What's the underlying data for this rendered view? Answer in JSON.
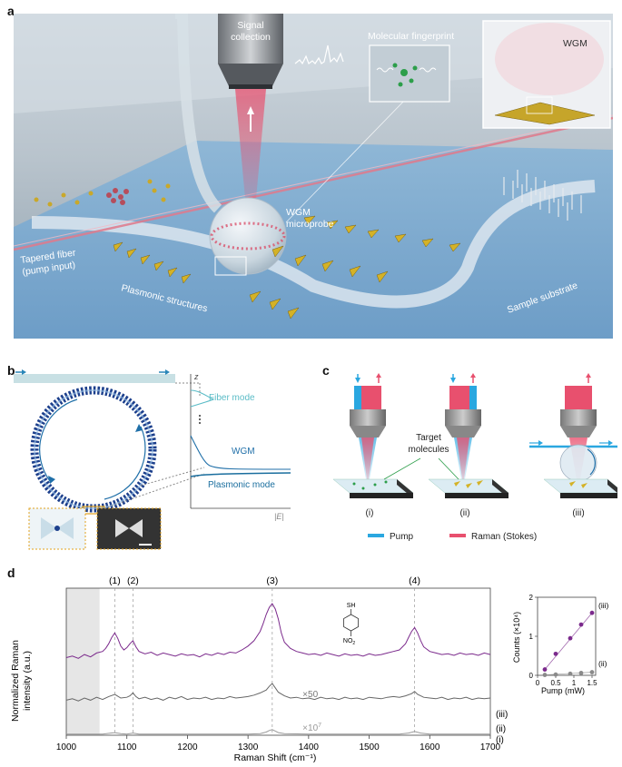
{
  "panels": {
    "a": {
      "letter": "a",
      "labels": {
        "signal_collection_line1": "Signal",
        "signal_collection_line2": "collection",
        "molecular_fingerprint": "Molecular fingerprint",
        "wgm_inset": "WGM",
        "wgm_microprobe_line1": "WGM",
        "wgm_microprobe_line2": "microprobe",
        "tapered_fiber_line1": "Tapered fiber",
        "tapered_fiber_line2": "(pump input)",
        "plasmonic_structures": "Plasmonic structures",
        "sample_substrate": "Sample substrate"
      }
    },
    "b": {
      "letter": "b",
      "axis_z": "z",
      "axis_E": "|E|",
      "fiber_mode": "Fiber mode",
      "wgm": "WGM",
      "plasmonic_mode": "Plasmonic mode",
      "colors": {
        "fiber": "#5bbcc7",
        "wgm": "#1f6fa8",
        "plasmonic": "#1a6e9e"
      }
    },
    "c": {
      "letter": "c",
      "target_molecules_line1": "Target",
      "target_molecules_line2": "molecules",
      "labels": [
        "(i)",
        "(ii)",
        "(iii)"
      ],
      "legend": [
        {
          "name": "Pump",
          "color": "#2aa7e0"
        },
        {
          "name": "Raman (Stokes)",
          "color": "#e8506e"
        }
      ]
    },
    "d": {
      "letter": "d",
      "peak_labels": [
        "(1)",
        "(2)",
        "(3)",
        "(4)"
      ],
      "trace_labels": [
        "(iii)",
        "(ii)",
        "(i)"
      ],
      "scale_labels": {
        "ii": "×50",
        "i_base": "×10",
        "i_exp": "7"
      },
      "molecule": {
        "top": "SH",
        "bottom_main": "NO",
        "bottom_sub": "2"
      },
      "inset_trace_labels": [
        "(iii)",
        "(ii)"
      ]
    }
  },
  "chart_data": [
    {
      "type": "line",
      "xlabel": "Raman Shift (cm⁻¹)",
      "ylabel_line1": "Normalized Raman",
      "ylabel_line2": "intensity (a.u.)",
      "xlim": [
        1000,
        1700
      ],
      "x_ticks": [
        "1000",
        "1100",
        "1200",
        "1300",
        "1400",
        "1500",
        "1600",
        "1700"
      ],
      "shaded_region": [
        1000,
        1055
      ],
      "peak_positions": [
        1080,
        1110,
        1340,
        1575
      ],
      "series": [
        {
          "name": "(iii)",
          "color": "#7b2a8c",
          "x": [
            1000,
            1010,
            1020,
            1030,
            1040,
            1050,
            1060,
            1065,
            1070,
            1075,
            1080,
            1085,
            1090,
            1095,
            1100,
            1105,
            1110,
            1115,
            1120,
            1130,
            1140,
            1150,
            1160,
            1170,
            1180,
            1190,
            1200,
            1210,
            1220,
            1230,
            1240,
            1250,
            1260,
            1270,
            1280,
            1290,
            1300,
            1310,
            1320,
            1325,
            1330,
            1335,
            1340,
            1345,
            1350,
            1355,
            1360,
            1370,
            1380,
            1390,
            1400,
            1410,
            1420,
            1430,
            1440,
            1450,
            1460,
            1470,
            1480,
            1490,
            1500,
            1510,
            1520,
            1530,
            1540,
            1550,
            1560,
            1565,
            1570,
            1575,
            1580,
            1585,
            1590,
            1600,
            1610,
            1620,
            1630,
            1640,
            1650,
            1660,
            1670,
            1680,
            1690,
            1700
          ],
          "y": [
            0.3,
            0.32,
            0.29,
            0.34,
            0.31,
            0.36,
            0.38,
            0.42,
            0.48,
            0.56,
            0.62,
            0.55,
            0.45,
            0.4,
            0.43,
            0.48,
            0.52,
            0.44,
            0.38,
            0.35,
            0.37,
            0.33,
            0.36,
            0.34,
            0.32,
            0.35,
            0.33,
            0.34,
            0.31,
            0.35,
            0.33,
            0.36,
            0.34,
            0.37,
            0.36,
            0.4,
            0.45,
            0.52,
            0.64,
            0.74,
            0.86,
            0.95,
            1.0,
            0.93,
            0.8,
            0.62,
            0.5,
            0.42,
            0.38,
            0.36,
            0.34,
            0.35,
            0.33,
            0.36,
            0.34,
            0.32,
            0.35,
            0.33,
            0.34,
            0.32,
            0.35,
            0.33,
            0.34,
            0.36,
            0.38,
            0.4,
            0.48,
            0.56,
            0.64,
            0.69,
            0.62,
            0.52,
            0.44,
            0.38,
            0.36,
            0.34,
            0.35,
            0.33,
            0.36,
            0.34,
            0.35,
            0.33,
            0.36,
            0.34
          ]
        },
        {
          "name": "(ii)",
          "color": "#666666",
          "x": [
            1000,
            1010,
            1020,
            1030,
            1040,
            1050,
            1060,
            1070,
            1080,
            1090,
            1100,
            1105,
            1110,
            1115,
            1120,
            1130,
            1140,
            1150,
            1160,
            1170,
            1180,
            1190,
            1200,
            1210,
            1220,
            1230,
            1240,
            1250,
            1260,
            1270,
            1280,
            1290,
            1300,
            1310,
            1320,
            1330,
            1335,
            1340,
            1345,
            1350,
            1360,
            1370,
            1380,
            1390,
            1400,
            1410,
            1420,
            1430,
            1440,
            1450,
            1460,
            1470,
            1480,
            1490,
            1500,
            1510,
            1520,
            1530,
            1540,
            1550,
            1560,
            1570,
            1575,
            1580,
            1590,
            1600,
            1610,
            1620,
            1630,
            1640,
            1650,
            1660,
            1670,
            1680,
            1690,
            1700
          ],
          "y": [
            0.17,
            0.19,
            0.16,
            0.2,
            0.17,
            0.21,
            0.18,
            0.22,
            0.25,
            0.2,
            0.21,
            0.23,
            0.27,
            0.22,
            0.19,
            0.21,
            0.18,
            0.2,
            0.17,
            0.21,
            0.19,
            0.22,
            0.18,
            0.2,
            0.19,
            0.21,
            0.18,
            0.2,
            0.19,
            0.22,
            0.2,
            0.21,
            0.22,
            0.24,
            0.27,
            0.31,
            0.36,
            0.4,
            0.34,
            0.28,
            0.23,
            0.2,
            0.21,
            0.19,
            0.2,
            0.18,
            0.21,
            0.19,
            0.2,
            0.18,
            0.21,
            0.19,
            0.2,
            0.18,
            0.21,
            0.2,
            0.19,
            0.21,
            0.22,
            0.21,
            0.23,
            0.26,
            0.29,
            0.25,
            0.21,
            0.2,
            0.19,
            0.21,
            0.18,
            0.2,
            0.19,
            0.21,
            0.18,
            0.2,
            0.19,
            0.2
          ]
        },
        {
          "name": "(i)",
          "color": "#9a9a9a",
          "x": [
            1000,
            1020,
            1040,
            1060,
            1080,
            1090,
            1100,
            1110,
            1120,
            1150,
            1200,
            1250,
            1300,
            1320,
            1330,
            1335,
            1340,
            1345,
            1350,
            1360,
            1400,
            1450,
            1500,
            1550,
            1565,
            1575,
            1585,
            1600,
            1650,
            1700
          ],
          "y": [
            0.03,
            0.03,
            0.03,
            0.03,
            0.045,
            0.035,
            0.03,
            0.04,
            0.03,
            0.03,
            0.03,
            0.03,
            0.03,
            0.035,
            0.05,
            0.065,
            0.075,
            0.06,
            0.045,
            0.035,
            0.03,
            0.03,
            0.03,
            0.03,
            0.04,
            0.055,
            0.04,
            0.03,
            0.03,
            0.03
          ]
        }
      ]
    },
    {
      "type": "scatter",
      "xlabel": "Pump (mW)",
      "ylabel": "Counts (×10⁴)",
      "xlim": [
        0,
        1.6
      ],
      "ylim": [
        0,
        2
      ],
      "x_ticks": [
        "0",
        "0.5",
        "1",
        "1.5"
      ],
      "y_ticks": [
        "0",
        "1",
        "2"
      ],
      "series": [
        {
          "name": "(iii)",
          "color": "#7b2a8c",
          "x": [
            0.2,
            0.5,
            0.9,
            1.2,
            1.5
          ],
          "y": [
            0.15,
            0.55,
            0.95,
            1.3,
            1.6
          ]
        },
        {
          "name": "(ii)",
          "color": "#8a8a8a",
          "x": [
            0.2,
            0.5,
            0.9,
            1.2,
            1.5
          ],
          "y": [
            0.01,
            0.02,
            0.04,
            0.06,
            0.08
          ]
        }
      ]
    }
  ]
}
